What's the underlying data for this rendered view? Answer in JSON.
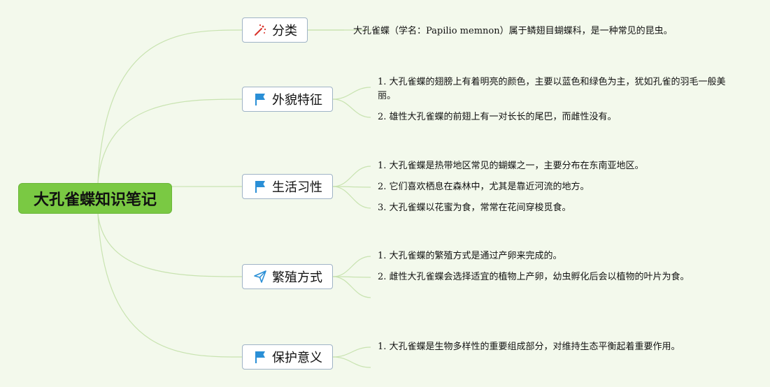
{
  "root": {
    "title": "大孔雀蝶知识笔记"
  },
  "branches": [
    {
      "label": "分类",
      "icon": "magic-wand-icon",
      "items": [
        "大孔雀蝶（学名：Papilio memnon）属于鳞翅目蝴蝶科，是一种常见的昆虫。"
      ]
    },
    {
      "label": "外貌特征",
      "icon": "flag-icon",
      "items": [
        "1. 大孔雀蝶的翅膀上有着明亮的颜色，主要以蓝色和绿色为主，犹如孔雀的羽毛一般美丽。",
        "2. 雄性大孔雀蝶的前翅上有一对长长的尾巴，而雌性没有。"
      ]
    },
    {
      "label": "生活习性",
      "icon": "flag-icon",
      "items": [
        "1. 大孔雀蝶是热带地区常见的蝴蝶之一，主要分布在东南亚地区。",
        "2. 它们喜欢栖息在森林中，尤其是靠近河流的地方。",
        "3. 大孔雀蝶以花蜜为食，常常在花间穿梭觅食。"
      ]
    },
    {
      "label": "繁殖方式",
      "icon": "paper-plane-icon",
      "items": [
        "1. 大孔雀蝶的繁殖方式是通过产卵来完成的。",
        "2. 雌性大孔雀蝶会选择适宜的植物上产卵，幼虫孵化后会以植物的叶片为食。",
        ""
      ]
    },
    {
      "label": "保护意义",
      "icon": "flag-icon",
      "items": [
        "1. 大孔雀蝶是生物多样性的重要组成部分，对维持生态平衡起着重要作用。",
        ""
      ]
    }
  ],
  "colors": {
    "background": "#f3f9ec",
    "root": "#7ac943",
    "connector": "#c8e3b0",
    "flag": "#2a8fd6",
    "wand": "#d9342b",
    "plane": "#2a8fd6"
  }
}
